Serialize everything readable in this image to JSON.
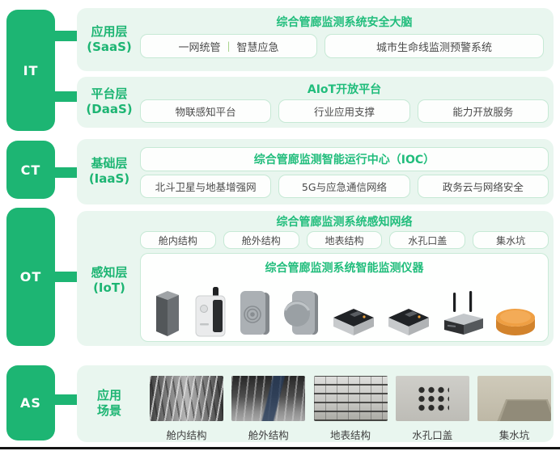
{
  "palette": {
    "green": "#1db573",
    "panel_bg": "#e9f6ef",
    "box_border": "#c6e9d5",
    "title_green": "#21bd7c",
    "text": "#4a4a4a",
    "separator_green": "#a9d38b"
  },
  "rail": {
    "items": [
      {
        "label": "IT"
      },
      {
        "label": "CT"
      },
      {
        "label": "OT"
      },
      {
        "label": "AS"
      }
    ]
  },
  "layers": {
    "saas": {
      "label_line1": "应用层",
      "label_line2": "(SaaS)",
      "title": "综合管廊监测系统安全大脑",
      "box1": {
        "part1": "一网统管",
        "separator": "|",
        "part2": "智慧应急"
      },
      "box2": "城市生命线监测预警系统"
    },
    "daas": {
      "label_line1": "平台层",
      "label_line2": "(DaaS)",
      "title": "AIoT开放平台",
      "boxes": [
        "物联感知平台",
        "行业应用支撑",
        "能力开放服务"
      ]
    },
    "iaas": {
      "label_line1": "基础层",
      "label_line2": "(IaaS)",
      "title": "综合管廊监测智能运行中心（IOC）",
      "boxes": [
        "北斗卫星与地基增强网",
        "5G与应急通信网络",
        "政务云与网络安全"
      ]
    },
    "iot": {
      "label_line1": "感知层",
      "label_line2": "(IoT)",
      "title": "综合管廊监测系统感知网络",
      "boxes": [
        "舱内结构",
        "舱外结构",
        "地表结构",
        "水孔口盖",
        "集水坑"
      ],
      "instruments": {
        "title": "综合管廊监测系统智能监测仪器",
        "devices": [
          "pillar-monitor",
          "antenna-sensor",
          "vibration-sensor",
          "disc-sensor",
          "data-logger",
          "data-logger",
          "wireless-gateway",
          "smart-manhole-sensor"
        ]
      }
    },
    "as": {
      "label_line1": "应用",
      "label_line2": "场景",
      "photos": [
        {
          "caption": "舱内结构"
        },
        {
          "caption": "舱外结构"
        },
        {
          "caption": "地表结构"
        },
        {
          "caption": "水孔口盖"
        },
        {
          "caption": "集水坑"
        }
      ]
    }
  }
}
